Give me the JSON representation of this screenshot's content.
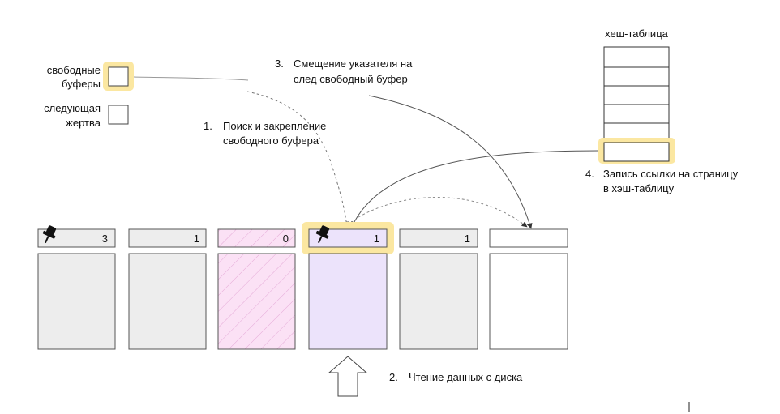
{
  "legend": {
    "free_buffers_label_1": "свободные",
    "free_buffers_label_2": "буферы",
    "next_victim_label_1": "следующая",
    "next_victim_label_2": "жертва"
  },
  "hash_table": {
    "title": "хеш-таблица"
  },
  "steps": {
    "step1_num": "1.",
    "step1_line1": "Поиск и закрепление",
    "step1_line2": "свободного буфера",
    "step2_num": "2.",
    "step2_line1": "Чтение данных с диска",
    "step3_num": "3.",
    "step3_line1": "Смещение указателя на",
    "step3_line2": "след свободный буфер",
    "step4_num": "4.",
    "step4_line1": "Запись ссылки на страницу",
    "step4_line2": "в хэш-таблицу"
  },
  "buffers": [
    {
      "count": "3",
      "pinned": true,
      "style": "grey"
    },
    {
      "count": "1",
      "pinned": false,
      "style": "grey"
    },
    {
      "count": "0",
      "pinned": false,
      "style": "hatched-pink"
    },
    {
      "count": "1",
      "pinned": true,
      "style": "lavender-highlighted"
    },
    {
      "count": "1",
      "pinned": false,
      "style": "grey"
    },
    {
      "count": "",
      "pinned": false,
      "style": "white"
    }
  ],
  "colors": {
    "highlight": "#fbe7a1",
    "grey_fill": "#ededed",
    "pink_fill": "#fbe1f5",
    "pink_hatch": "#e9a6d9",
    "lavender_fill": "#ece3fb",
    "stroke": "#555555"
  }
}
